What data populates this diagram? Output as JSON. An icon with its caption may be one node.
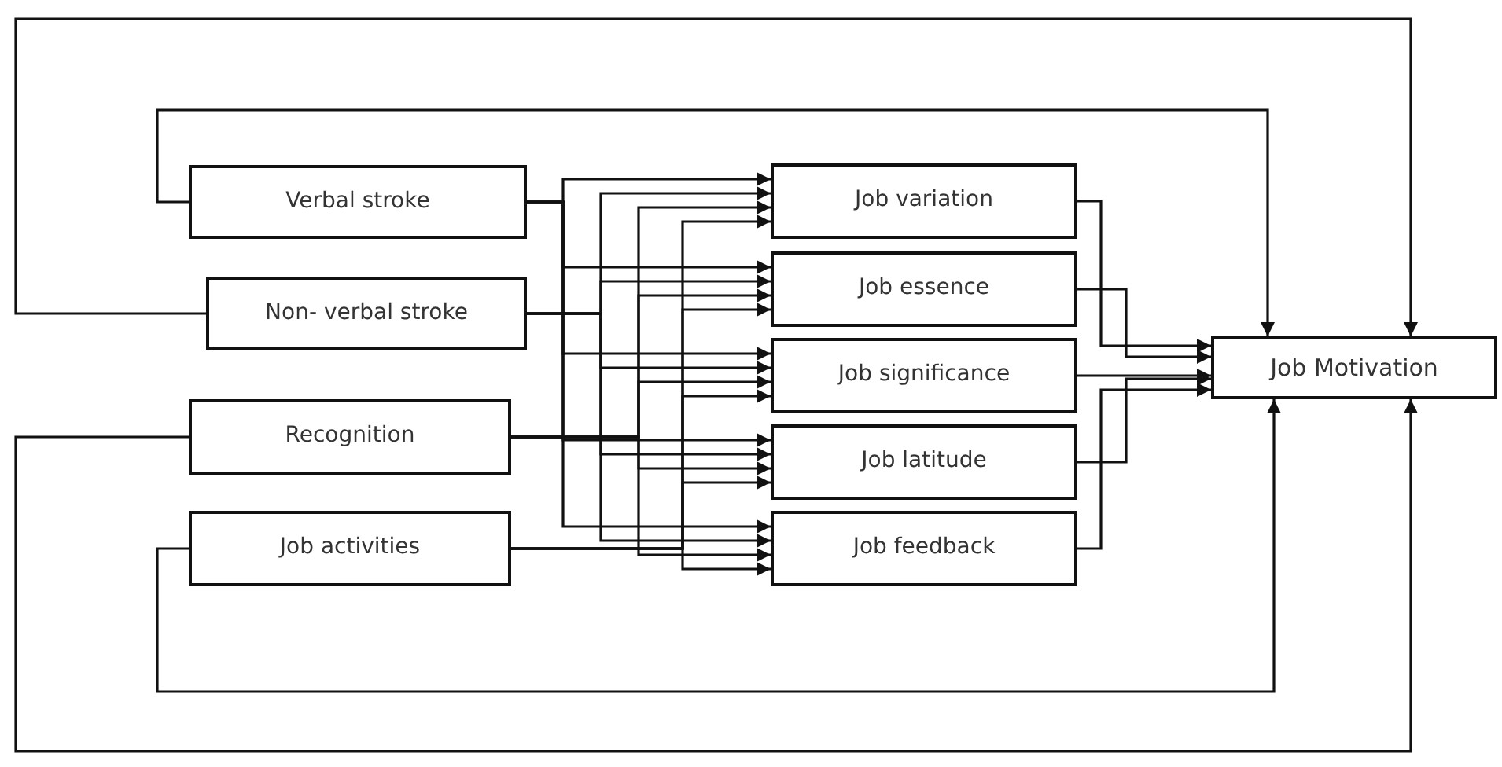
{
  "diagram": {
    "nodes": [
      {
        "text": [
          "Verbal stroke"
        ]
      },
      {
        "text": [
          "Non- verbal stroke"
        ]
      },
      {
        "text": [
          "Recognition"
        ]
      },
      {
        "text": [
          "Job activities"
        ]
      },
      {
        "text": [
          "Job variation"
        ]
      },
      {
        "text": [
          "Job essence"
        ]
      },
      {
        "text": [
          "Job significance"
        ]
      },
      {
        "text": [
          "Job latitude"
        ]
      },
      {
        "text": [
          "Job feedback"
        ]
      },
      {
        "text": [
          "Job Motivation"
        ]
      }
    ],
    "edges": [
      {
        "from": 0,
        "to": 4,
        "arrow": "to"
      },
      {
        "from": 1,
        "to": 4,
        "arrow": "to"
      },
      {
        "from": 2,
        "to": 4,
        "arrow": "to"
      },
      {
        "from": 3,
        "to": 4,
        "arrow": "to"
      },
      {
        "from": 0,
        "to": 5,
        "arrow": "to"
      },
      {
        "from": 1,
        "to": 5,
        "arrow": "to"
      },
      {
        "from": 2,
        "to": 5,
        "arrow": "to"
      },
      {
        "from": 3,
        "to": 5,
        "arrow": "to"
      },
      {
        "from": 0,
        "to": 6,
        "arrow": "to"
      },
      {
        "from": 1,
        "to": 6,
        "arrow": "to"
      },
      {
        "from": 2,
        "to": 6,
        "arrow": "to"
      },
      {
        "from": 3,
        "to": 6,
        "arrow": "to"
      },
      {
        "from": 0,
        "to": 7,
        "arrow": "to"
      },
      {
        "from": 1,
        "to": 7,
        "arrow": "to"
      },
      {
        "from": 2,
        "to": 7,
        "arrow": "to"
      },
      {
        "from": 3,
        "to": 7,
        "arrow": "to"
      },
      {
        "from": 0,
        "to": 8,
        "arrow": "to"
      },
      {
        "from": 1,
        "to": 8,
        "arrow": "to"
      },
      {
        "from": 2,
        "to": 8,
        "arrow": "to"
      },
      {
        "from": 3,
        "to": 8,
        "arrow": "to"
      },
      {
        "from": 4,
        "to": 9,
        "arrow": "to"
      },
      {
        "from": 5,
        "to": 9,
        "arrow": "to"
      },
      {
        "from": 6,
        "to": 9,
        "arrow": "to"
      },
      {
        "from": 7,
        "to": 9,
        "arrow": "to"
      },
      {
        "from": 8,
        "to": 9,
        "arrow": "to"
      },
      {
        "from": 0,
        "to": 9,
        "arrow": "to"
      },
      {
        "from": 1,
        "to": 9,
        "arrow": "to"
      },
      {
        "from": 2,
        "to": 9,
        "arrow": "to"
      },
      {
        "from": 3,
        "to": 9,
        "arrow": "to"
      }
    ]
  }
}
